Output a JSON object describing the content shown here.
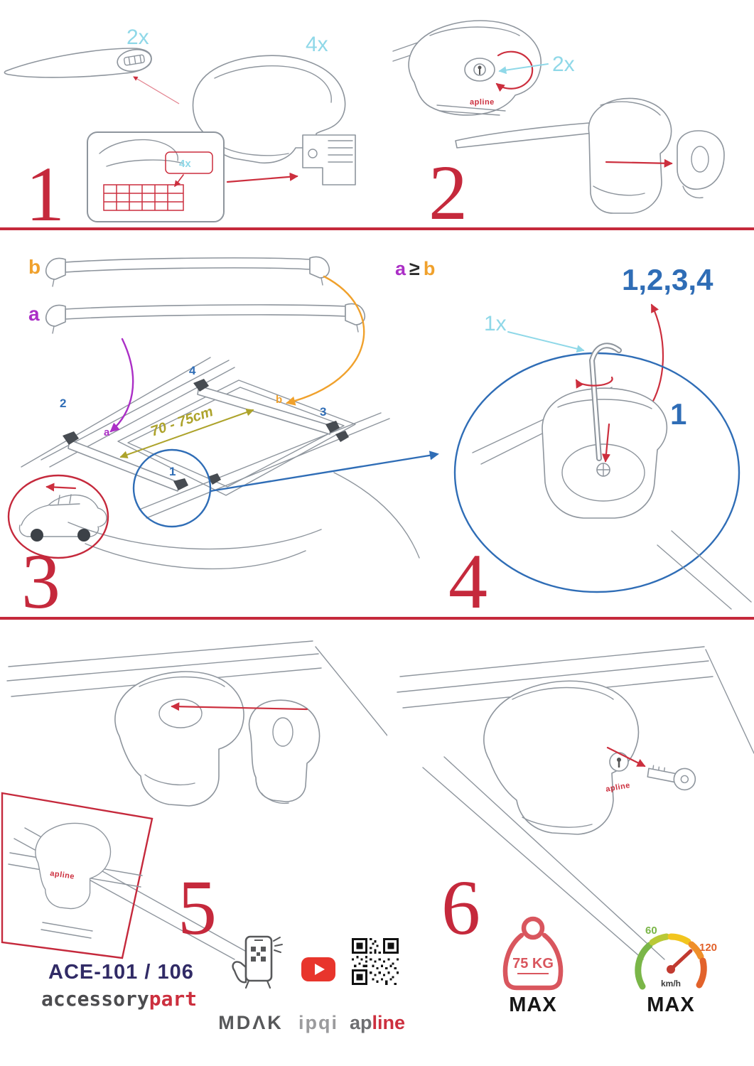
{
  "brand_small": "apline",
  "steps": {
    "s1": {
      "num": "1",
      "bar_qty": "2x",
      "foot_qty": "4x",
      "pad_qty": "4x"
    },
    "s2": {
      "num": "2",
      "lock_qty": "2x"
    },
    "s3": {
      "num": "3",
      "bar_a": "a",
      "bar_b": "b",
      "rule": {
        "a": "a",
        "ge": "≥",
        "b": "b"
      },
      "dist": "70 - 75cm",
      "pos": {
        "p1": "1",
        "p2": "2",
        "p3": "3",
        "p4": "4",
        "a": "a",
        "b": "b"
      }
    },
    "s4": {
      "num": "4",
      "key_qty": "1x",
      "order": "1,2,3,4",
      "first": "1"
    },
    "s5": {
      "num": "5"
    },
    "s6": {
      "num": "6"
    }
  },
  "footer": {
    "model": "ACE-101 / 106",
    "brand_accessory": "accessory",
    "brand_part": "part",
    "mdak": "MDΛK",
    "ipqi": "ipqi",
    "apline_ap": "ap",
    "apline_line": "line",
    "weight_value": "75 KG",
    "weight_max": "MAX",
    "speed_low": "60",
    "speed_high": "120",
    "speed_unit": "km/h",
    "speed_max": "MAX"
  },
  "colors": {
    "accent_red": "#c5293c",
    "cyan": "#8fd8e8",
    "blue": "#2f6db6",
    "purple": "#ab2fc6",
    "orange": "#f0a12c",
    "olive": "#ada32b",
    "navy": "#312b66",
    "green": "#7ab648"
  }
}
